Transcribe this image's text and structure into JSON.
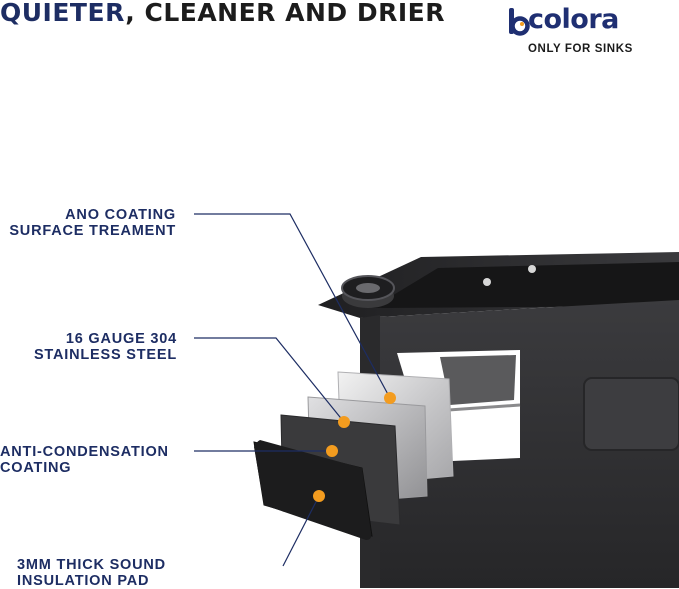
{
  "header": {
    "headline_accent": "QUIETER",
    "headline_rest": ", CLEANER AND DRIER"
  },
  "brand": {
    "logo_text": "colora",
    "logo_mark_icon": "b-letter-mark-icon",
    "tagline": "ONLY FOR SINKS",
    "color": "#1f2f72"
  },
  "layers": [
    {
      "lines": [
        "ANO COATING",
        "SURFACE TREAMENT"
      ]
    },
    {
      "lines": [
        "16 GAUGE 304",
        "STAINLESS STEEL"
      ]
    },
    {
      "lines": [
        "ANTI-CONDENSATION",
        "COATING"
      ]
    },
    {
      "lines": [
        "3MM THICK SOUND",
        "INSULATION PAD"
      ]
    }
  ],
  "colors": {
    "label_text": "#1d2d63",
    "callout_dot": "#f39c1f",
    "sink_body": "#2e2e30"
  }
}
